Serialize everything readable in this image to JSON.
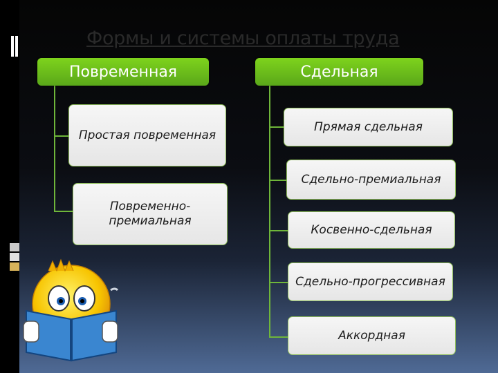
{
  "title": "Формы и системы оплаты труда",
  "branches": [
    {
      "label": "Повременная",
      "items": [
        "Простая повременная",
        "Повременно-премиальная"
      ]
    },
    {
      "label": "Сдельная",
      "items": [
        "Прямая сдельная",
        "Сдельно-премиальная",
        "Косвенно-сдельная",
        "Сдельно-прогрессивная",
        "Аккордная"
      ]
    }
  ],
  "colors": {
    "header_green": "#6cc01b",
    "connector_green": "#6fb63a",
    "box_fill": "#eeeeee"
  },
  "decoration": {
    "icon": "reading-emoji-icon"
  }
}
